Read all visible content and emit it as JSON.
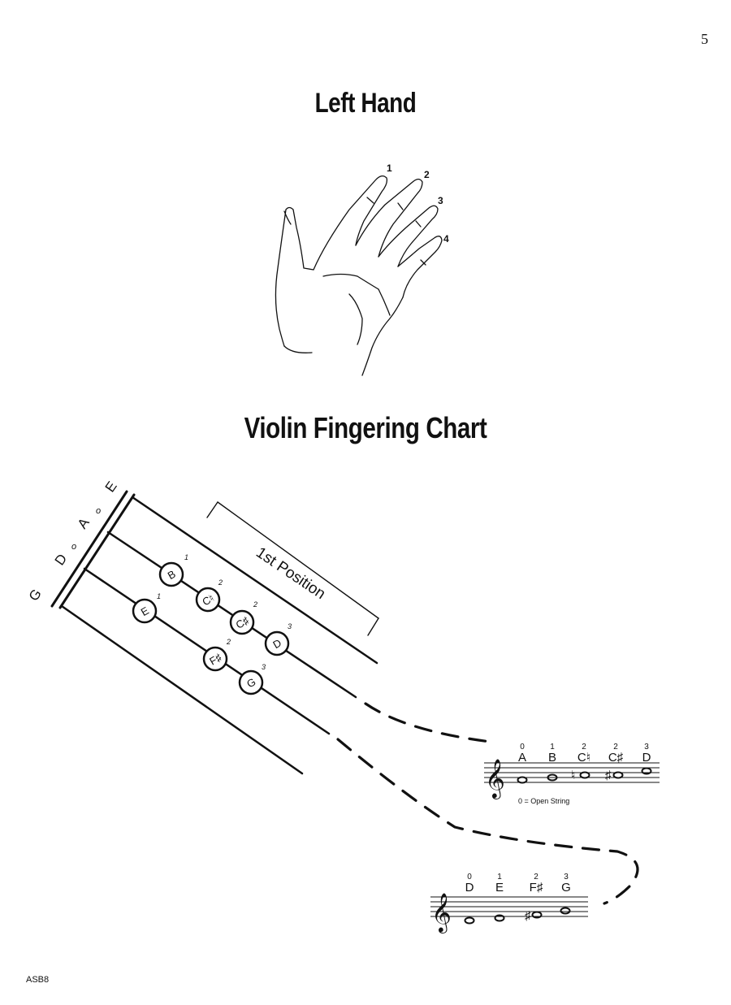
{
  "page_number": "5",
  "left_hand": {
    "title": "Left Hand",
    "finger_numbers": [
      "1",
      "2",
      "3",
      "4"
    ]
  },
  "fingering_chart": {
    "title": "Violin Fingering Chart",
    "strings": [
      "E",
      "A",
      "D",
      "G"
    ],
    "open_marks": [
      "o",
      "o"
    ],
    "position_label": "1st Position",
    "a_string_notes": [
      {
        "note": "B",
        "finger": "1"
      },
      {
        "note": "C♮",
        "finger": "2"
      },
      {
        "note": "C♯",
        "finger": "2"
      },
      {
        "note": "D",
        "finger": "3"
      }
    ],
    "d_string_notes": [
      {
        "note": "E",
        "finger": "1"
      },
      {
        "note": "F♯",
        "finger": "2"
      },
      {
        "note": "G",
        "finger": "3"
      }
    ]
  },
  "staff_a": {
    "notes": [
      {
        "finger": "0",
        "name": "A"
      },
      {
        "finger": "1",
        "name": "B"
      },
      {
        "finger": "2",
        "name": "C♮"
      },
      {
        "finger": "2",
        "name": "C♯"
      },
      {
        "finger": "3",
        "name": "D"
      }
    ],
    "legend": "0 = Open String"
  },
  "staff_d": {
    "notes": [
      {
        "finger": "0",
        "name": "D"
      },
      {
        "finger": "1",
        "name": "E"
      },
      {
        "finger": "2",
        "name": "F♯"
      },
      {
        "finger": "3",
        "name": "G"
      }
    ]
  },
  "footer_code": "ASB8"
}
